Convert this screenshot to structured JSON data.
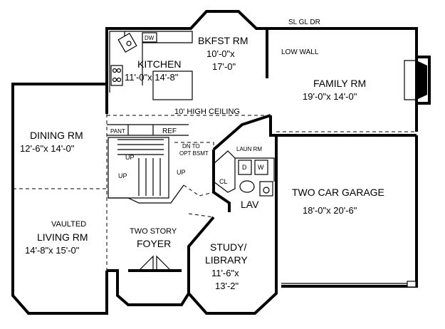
{
  "rooms": {
    "bkfst": {
      "name": "BKFST RM",
      "dim1": "10'-0\"x",
      "dim2": "17'-0\""
    },
    "kitchen": {
      "name": "KITCHEN",
      "dim": "11'-0\"x 14'-8\""
    },
    "family": {
      "name": "FAMILY RM",
      "dim": "19'-0\"x 14'-0\""
    },
    "dining": {
      "name": "DINING RM",
      "dim": "12'-6\"x 14'-0\""
    },
    "living": {
      "note": "VAULTED",
      "name": "LIVING RM",
      "dim": "14'-8\"x 15'-0\""
    },
    "foyer": {
      "note": "TWO STORY",
      "name": "FOYER"
    },
    "study": {
      "name1": "STUDY/",
      "name2": "LIBRARY",
      "dim1": "11'-6\"x",
      "dim2": "13'-2\""
    },
    "garage": {
      "name": "TWO CAR GARAGE",
      "dim": "18'-0\"x 20'-6\""
    },
    "lav": {
      "name": "LAV"
    },
    "laundry": {
      "name": "LAUN RM"
    }
  },
  "labels": {
    "sl_gl_dr": "SL GL DR",
    "low_wall": "LOW WALL",
    "high_ceiling": "10' HIGH CEILING",
    "dw": "DW",
    "pant": "PANT",
    "ref": "REF",
    "dn_to": "DN TO",
    "opt_bsmt": "OPT BSMT",
    "up": "UP",
    "cl": "CL",
    "washer": "W",
    "dryer": "D"
  }
}
